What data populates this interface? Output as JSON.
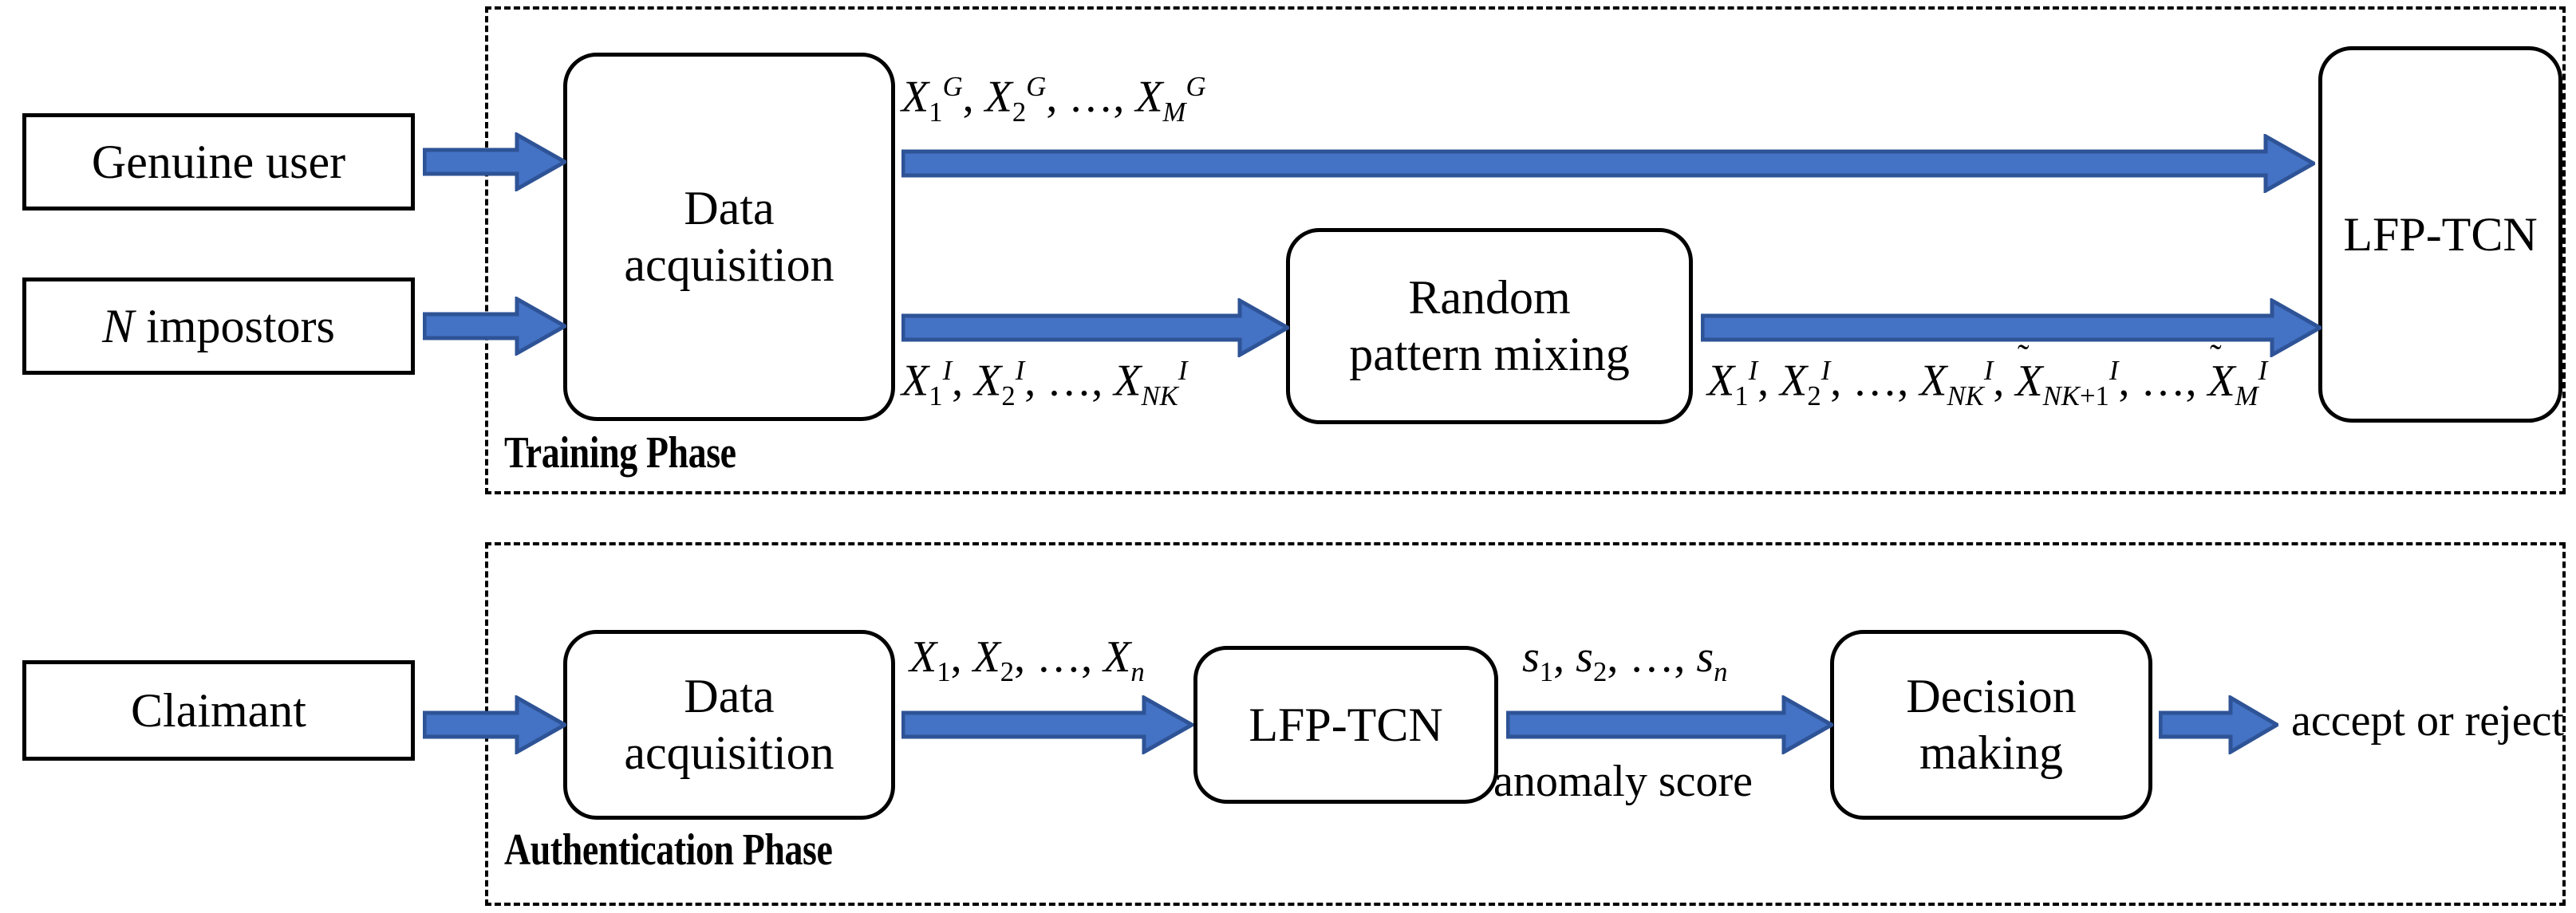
{
  "figure": {
    "type": "flow-diagram",
    "title_visible": false,
    "accent_color": "#4472C4",
    "accent_border_color": "#2E5396",
    "outline_color": "#000000"
  },
  "phases": [
    {
      "id": "training",
      "label": "Training Phase"
    },
    {
      "id": "authentication",
      "label": "Authentication Phase"
    }
  ],
  "sources": [
    {
      "id": "genuine-user",
      "label": "Genuine user"
    },
    {
      "id": "impostors",
      "label_italic": "N",
      "label_rest": " impostors"
    },
    {
      "id": "claimant",
      "label": "Claimant"
    }
  ],
  "processes": [
    {
      "id": "data-acquisition-training",
      "line1": "Data",
      "line2": "acquisition"
    },
    {
      "id": "random-pattern-mixing",
      "line1": "Random",
      "line2": "pattern mixing"
    },
    {
      "id": "lfp-tcn-training",
      "line1": "LFP-TCN",
      "line2": ""
    },
    {
      "id": "data-acquisition-auth",
      "line1": "Data",
      "line2": "acquisition"
    },
    {
      "id": "lfp-tcn-auth",
      "line1": "LFP-TCN",
      "line2": ""
    },
    {
      "id": "decision-making",
      "line1": "Decision",
      "line2": "making"
    }
  ],
  "flow_labels": {
    "genuine_stream": "X_1^G , X_2^G , ... , X_M^G",
    "impostor_stream": "X_1^I , X_2^I , ... , X_NK^I",
    "mixed_stream": "X_1^I , X_2^I , ... , X_NK^I , X~_NK+1^I , ... , X~_M^I",
    "claimant_stream": "X_1 , X_2 , ... , X_n",
    "score_stream": "s_1 , s_2 , ... , s_n",
    "score_caption": "anomaly score"
  },
  "outputs": [
    {
      "id": "decision-result",
      "label": "accept or reject"
    }
  ],
  "arrows": [
    {
      "id": "genuine-to-acq",
      "from": "genuine-user",
      "to": "data-acquisition-training"
    },
    {
      "id": "impostors-to-acq",
      "from": "impostors",
      "to": "data-acquisition-training"
    },
    {
      "id": "acq-to-lfptcn",
      "from": "data-acquisition-training",
      "to": "lfp-tcn-training",
      "label": "genuine_stream"
    },
    {
      "id": "acq-to-mixing",
      "from": "data-acquisition-training",
      "to": "random-pattern-mixing",
      "label": "impostor_stream"
    },
    {
      "id": "mixing-to-lfptcn",
      "from": "random-pattern-mixing",
      "to": "lfp-tcn-training",
      "label": "mixed_stream"
    },
    {
      "id": "claimant-to-acq",
      "from": "claimant",
      "to": "data-acquisition-auth"
    },
    {
      "id": "acq-to-lfptcn-auth",
      "from": "data-acquisition-auth",
      "to": "lfp-tcn-auth",
      "label": "claimant_stream"
    },
    {
      "id": "lfptcn-to-decision",
      "from": "lfp-tcn-auth",
      "to": "decision-making",
      "label": "score_stream"
    },
    {
      "id": "decision-to-result",
      "from": "decision-making",
      "to": "decision-result"
    }
  ]
}
